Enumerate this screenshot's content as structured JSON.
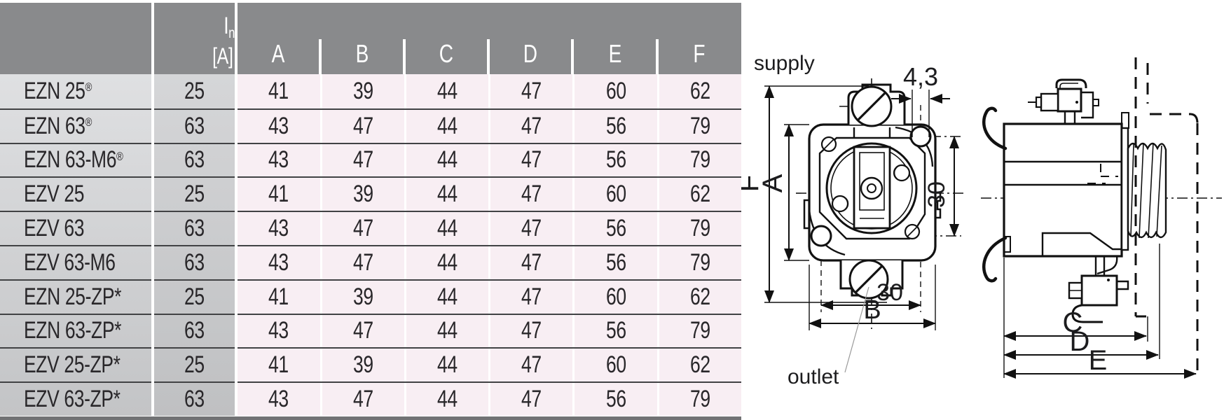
{
  "table": {
    "header": {
      "product_column": "",
      "current": {
        "symbol": "I",
        "sub": "n",
        "unit": "[A]"
      },
      "dimension_columns": [
        "A",
        "B",
        "C",
        "D",
        "E",
        "F"
      ]
    },
    "rows": [
      {
        "name": "EZN 25",
        "sup": "®",
        "values": [
          "25",
          "41",
          "39",
          "44",
          "47",
          "60",
          "62"
        ]
      },
      {
        "name": "EZN 63",
        "sup": "®",
        "values": [
          "63",
          "43",
          "47",
          "44",
          "47",
          "56",
          "79"
        ]
      },
      {
        "name": "EZN 63-M6",
        "sup": "®",
        "values": [
          "63",
          "43",
          "47",
          "44",
          "47",
          "56",
          "79"
        ]
      },
      {
        "name": "EZV 25",
        "sup": "",
        "values": [
          "25",
          "41",
          "39",
          "44",
          "47",
          "60",
          "62"
        ]
      },
      {
        "name": "EZV 63",
        "sup": "",
        "values": [
          "63",
          "43",
          "47",
          "44",
          "47",
          "56",
          "79"
        ]
      },
      {
        "name": "EZV 63-M6",
        "sup": "",
        "values": [
          "63",
          "43",
          "47",
          "44",
          "47",
          "56",
          "79"
        ]
      },
      {
        "name": "EZN 25-ZP*",
        "sup": "",
        "values": [
          "25",
          "41",
          "39",
          "44",
          "47",
          "60",
          "62"
        ]
      },
      {
        "name": "EZN 63-ZP*",
        "sup": "",
        "values": [
          "63",
          "43",
          "47",
          "44",
          "47",
          "56",
          "79"
        ]
      },
      {
        "name": "EZV 25-ZP*",
        "sup": "",
        "values": [
          "25",
          "41",
          "39",
          "44",
          "47",
          "60",
          "62"
        ]
      },
      {
        "name": "EZV 63-ZP*",
        "sup": "",
        "values": [
          "63",
          "43",
          "47",
          "44",
          "47",
          "56",
          "79"
        ]
      }
    ]
  },
  "drawing": {
    "front_view": {
      "supply_label": "supply",
      "dim_tab_width": "4,3",
      "dim_f": "F",
      "dim_a": "A",
      "dim_30_vertical": "30",
      "dim_30_horizontal": "30",
      "dim_b": "B",
      "outlet_label": "outlet"
    },
    "side_view": {
      "dim_c": "C",
      "dim_d": "D",
      "dim_e": "E"
    }
  },
  "colors": {
    "header_gray": "#898a8c",
    "name_column_top": "#dfe0e2",
    "name_column_bottom": "#c3c4c6",
    "in_column_top": "#d5d6d8",
    "in_column_bottom": "#bfc0c2",
    "pink_cell": "#f8eef3",
    "row_separator": "#414244",
    "bottom_bar": "#717274",
    "drawing_line": "#111111"
  }
}
